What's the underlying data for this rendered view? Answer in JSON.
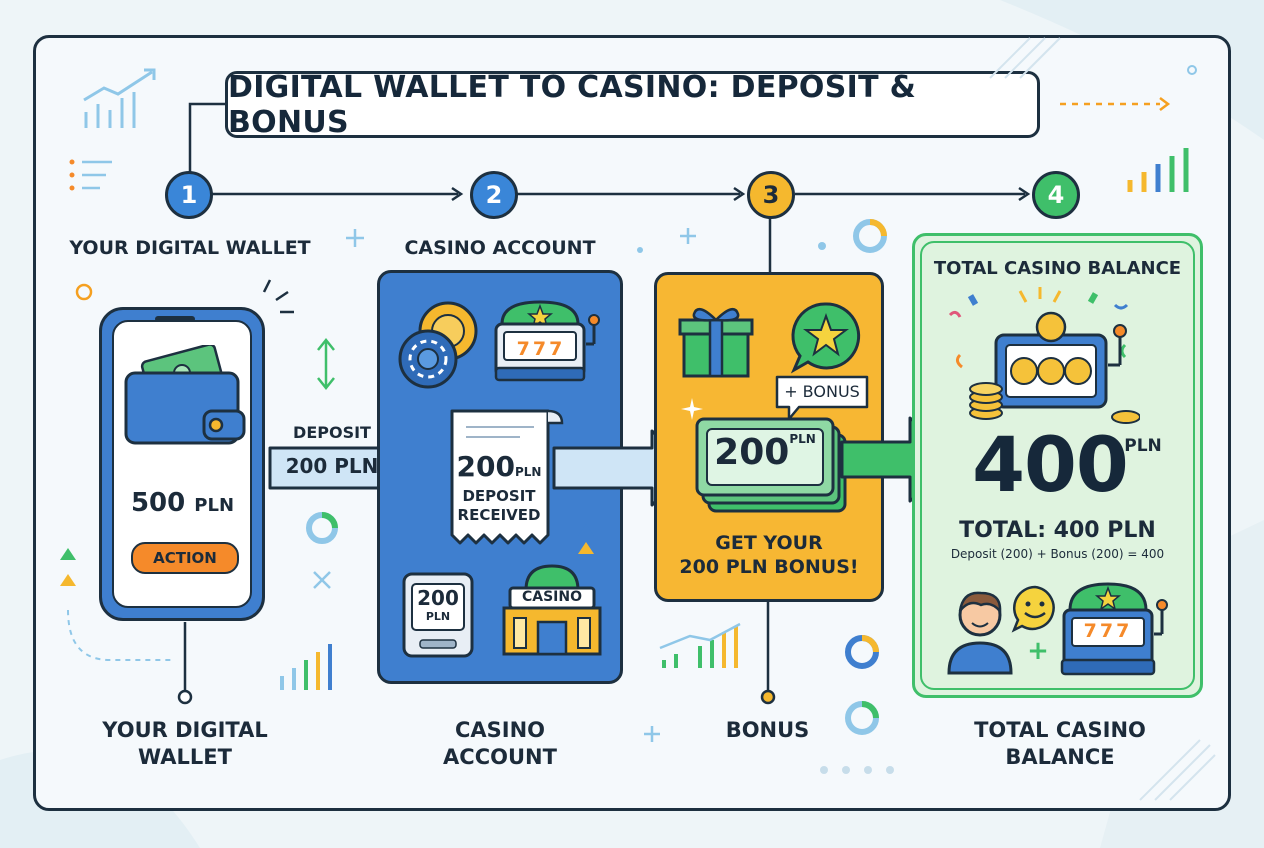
{
  "title": "DIGITAL WALLET TO CASINO: DEPOSIT & BONUS",
  "steps": [
    {
      "number": "1",
      "label": "YOUR DIGITAL WALLET",
      "bottom_label_line1": "YOUR DIGITAL",
      "bottom_label_line2": "WALLET",
      "color": "#3a86d8"
    },
    {
      "number": "2",
      "label": "CASINO ACCOUNT",
      "bottom_label_line1": "CASINO",
      "bottom_label_line2": "ACCOUNT",
      "color": "#3a86d8"
    },
    {
      "number": "3",
      "label": "",
      "bottom_label_line1": "BONUS",
      "bottom_label_line2": "",
      "color": "#f5b82e"
    },
    {
      "number": "4",
      "label": "TOTAL CASINO BALANCE",
      "bottom_label_line1": "TOTAL CASINO",
      "bottom_label_line2": "BALANCE",
      "color": "#3fbf6a"
    }
  ],
  "wallet": {
    "amount": "500",
    "currency": "PLN",
    "button": "ACTION"
  },
  "deposit_arrow": {
    "line1": "DEPOSIT",
    "line2": "200 PLN"
  },
  "casino_account": {
    "receipt_amount": "200",
    "receipt_currency": "PLN",
    "receipt_line1": "DEPOSIT",
    "receipt_line2": "RECEIVED",
    "slot_digits": "777",
    "terminal_amount": "200",
    "terminal_currency": "PLN",
    "building_sign": "CASINO"
  },
  "bonus": {
    "tag": "+ BONUS",
    "bill_amount": "200",
    "bill_currency": "PLN",
    "line1": "GET YOUR",
    "line2": "200 PLN BONUS!"
  },
  "total": {
    "header": "TOTAL CASINO BALANCE",
    "amount": "400",
    "currency": "PLN",
    "total_line": "TOTAL: 400 PLN",
    "formula": "Deposit (200) + Bonus (200) = 400",
    "slot_digits": "777",
    "plus": "+"
  },
  "colors": {
    "outline": "#1d3040",
    "blue_panel": "#3f7fcf",
    "yellow_panel": "#f7b733",
    "green_panel": "#dff3df",
    "green_border": "#3fbf6a",
    "money_green": "#3fbf6a",
    "accent_orange": "#f58a2a"
  }
}
